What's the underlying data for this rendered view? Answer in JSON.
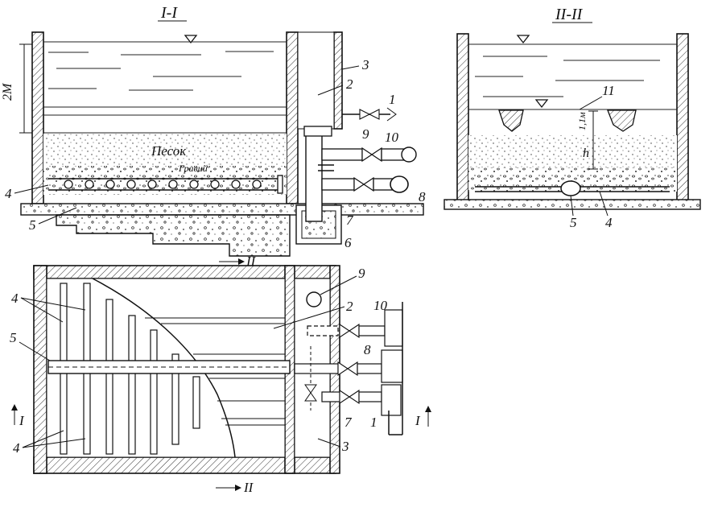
{
  "sections": {
    "section_1": "I-I",
    "section_2": "II-II"
  },
  "material_labels": {
    "sand": "Песок",
    "gravel": "Гравий"
  },
  "dimensions": {
    "depth_2m": "2M",
    "height_h": "h",
    "small_depth": "1,1м"
  },
  "part_numbers": {
    "n1": "1",
    "n2": "2",
    "n3": "3",
    "n4": "4",
    "n5": "5",
    "n6": "6",
    "n7": "7",
    "n8": "8",
    "n9": "9",
    "n10": "10",
    "n11": "11"
  },
  "cut_marks": {
    "cut_I": "I",
    "cut_II": "II"
  }
}
